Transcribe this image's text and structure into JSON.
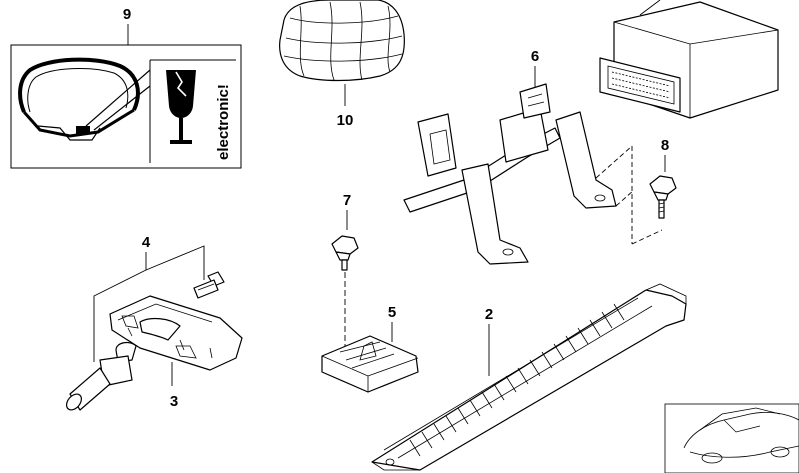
{
  "diagram": {
    "labels": {
      "p9": "9",
      "p10": "10",
      "p6": "6",
      "p8": "8",
      "p7": "7",
      "p4": "4",
      "p5": "5",
      "p2": "2",
      "p3": "3"
    },
    "warning_label": {
      "text": "electronic!"
    }
  }
}
